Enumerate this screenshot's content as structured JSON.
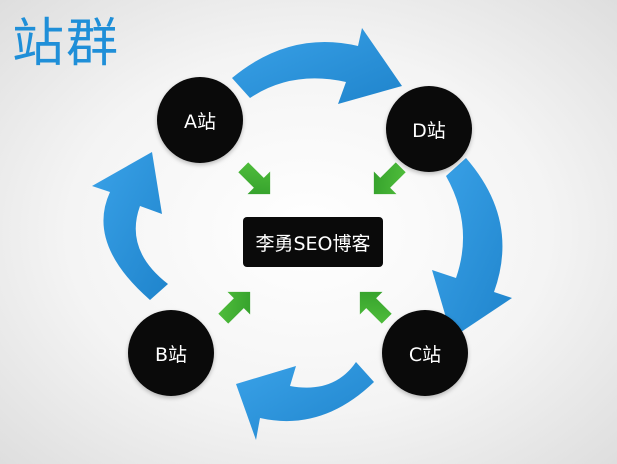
{
  "title": "站群",
  "center_label": "李勇SEO博客",
  "nodes": {
    "a": "A站",
    "b": "B站",
    "c": "C站",
    "d": "D站"
  },
  "colors": {
    "title": "#1f8fd8",
    "cycle_arrow": "#2a93dc",
    "link_arrow": "#3aa832",
    "node_fill": "#0a0a0a"
  }
}
